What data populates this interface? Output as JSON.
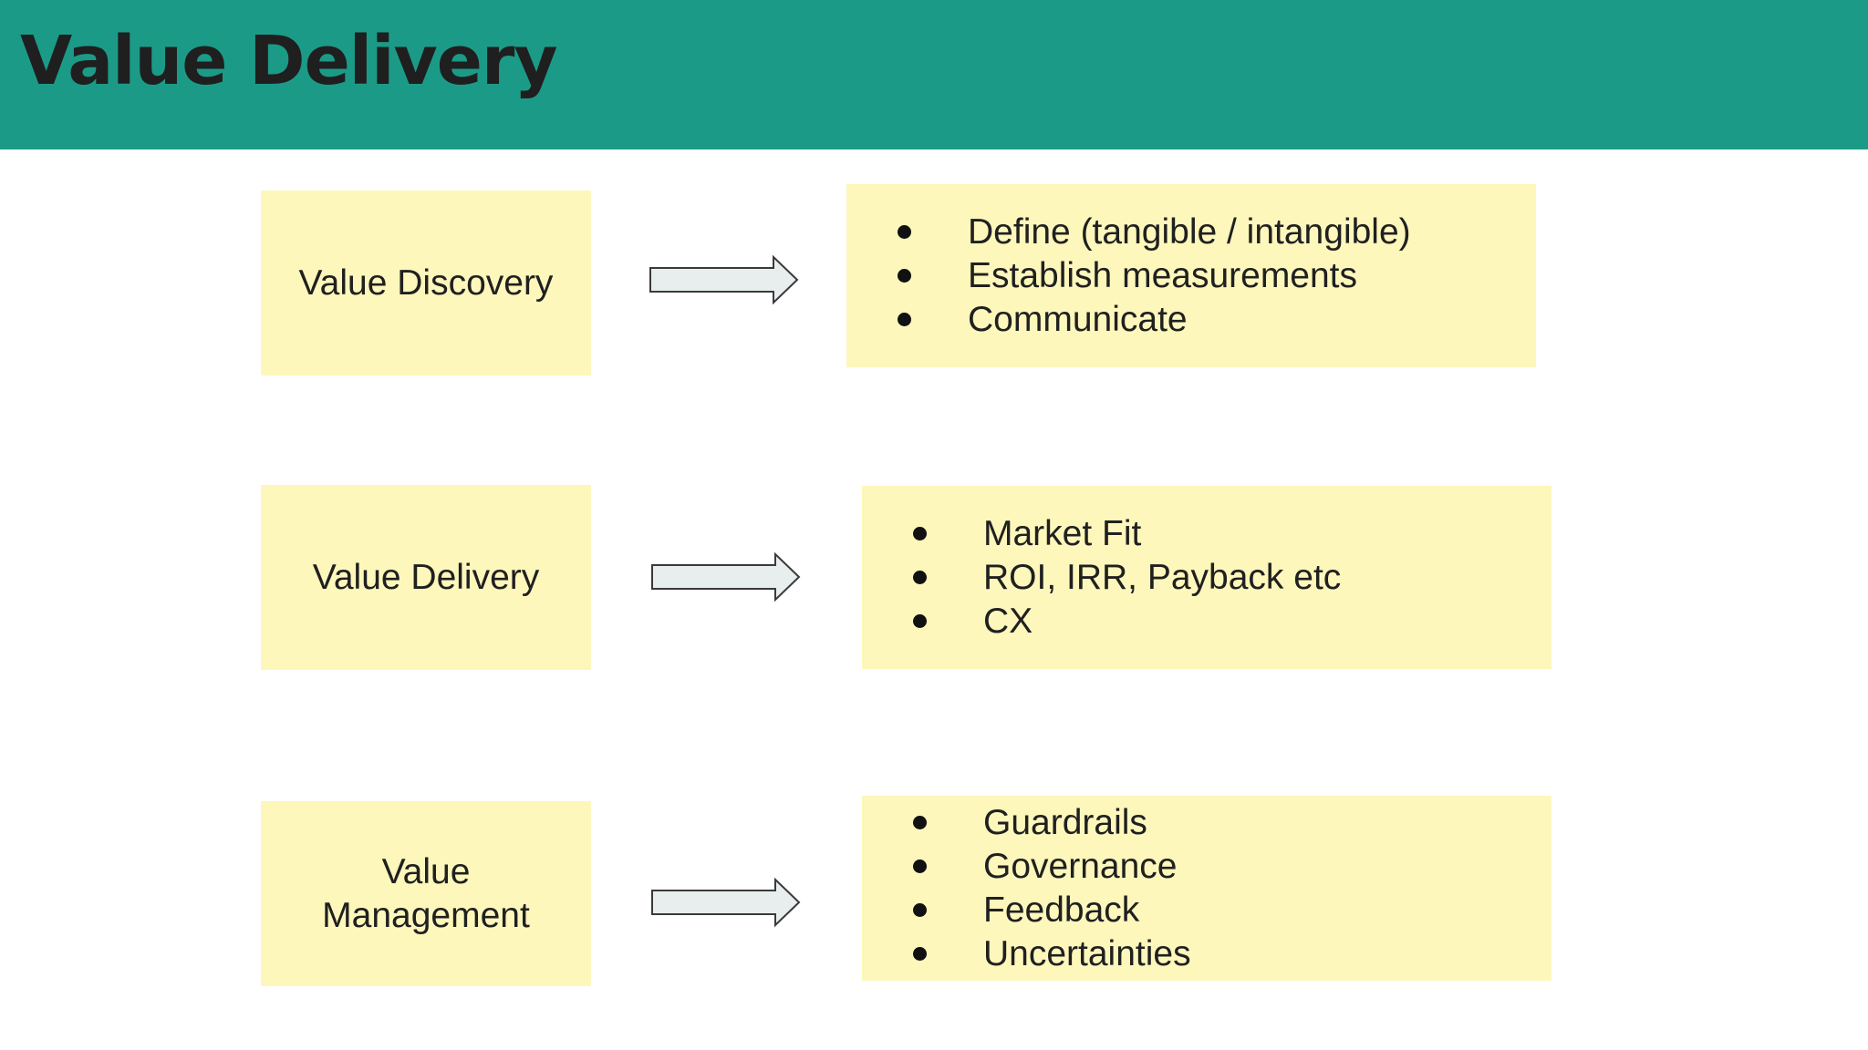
{
  "slide": {
    "title": "Value Delivery"
  },
  "colors": {
    "header_band": "#1b9b87",
    "box_fill": "#fdf7bb",
    "arrow_fill": "#e8eeee",
    "arrow_stroke": "#3a3a3a",
    "text": "#202020"
  },
  "rows": [
    {
      "label": "Value Discovery",
      "bullets": [
        "Define (tangible / intangible)",
        "Establish measurements",
        "Communicate"
      ]
    },
    {
      "label": "Value Delivery",
      "bullets": [
        "Market Fit",
        "ROI, IRR, Payback etc",
        "CX"
      ]
    },
    {
      "label": "Value Management",
      "bullets": [
        "Guardrails",
        "Governance",
        "Feedback",
        "Uncertainties"
      ]
    }
  ]
}
